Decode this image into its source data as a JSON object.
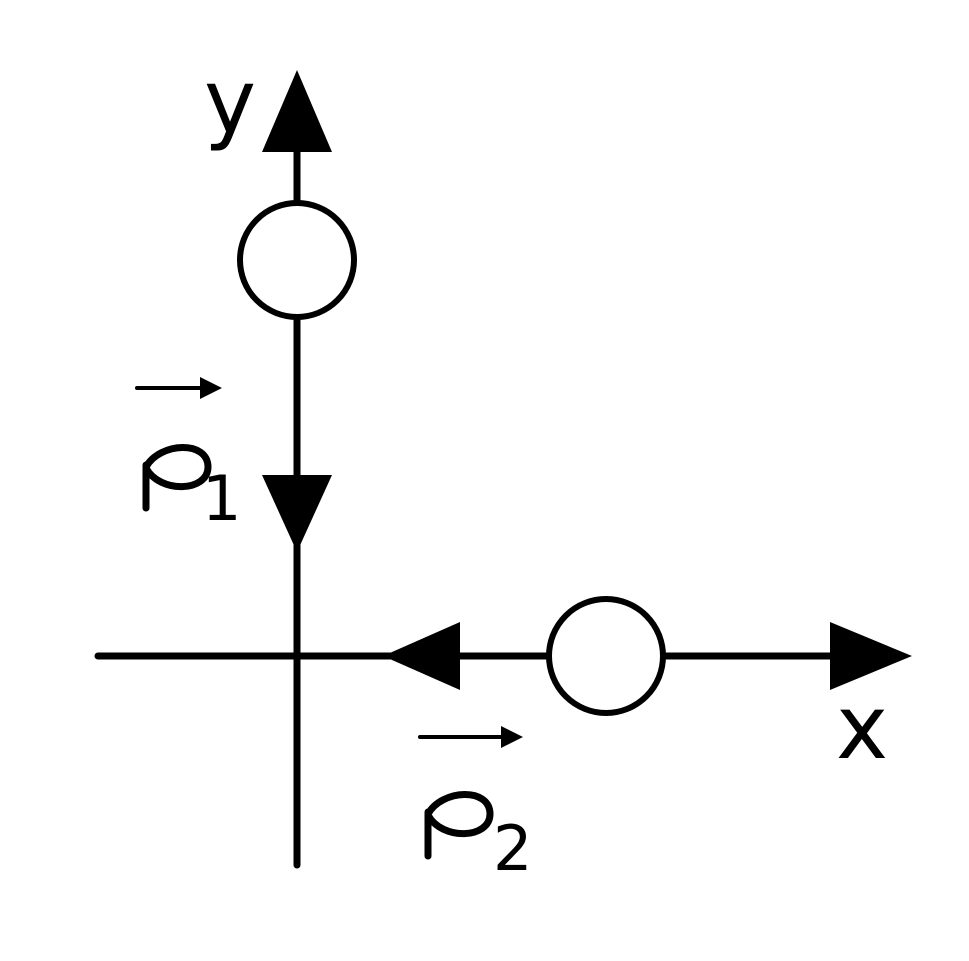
{
  "axes": {
    "x_label": "x",
    "y_label": "y"
  },
  "vectors": {
    "p1": {
      "symbol": "p",
      "subscript": "1"
    },
    "p2": {
      "symbol": "p",
      "subscript": "2"
    }
  },
  "colors": {
    "ink": "#000000",
    "background": "#ffffff",
    "particle_fill": "#ffffff"
  }
}
